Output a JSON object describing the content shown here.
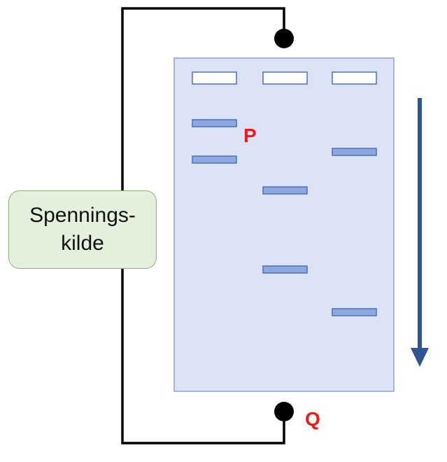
{
  "power_source": {
    "line1": "Spennings-",
    "line2": "kilde"
  },
  "labels": {
    "p": "P",
    "q": "Q"
  },
  "colors": {
    "wire": "#000000",
    "gel_fill": "#dbe3f5",
    "gel_border": "#8ea2d6",
    "band_fill": "#8ea9e0",
    "band_border": "#4a6fbf",
    "well_fill": "#ffffff",
    "well_border": "#4a6fbf",
    "arrow": "#2f5597",
    "label": "#f01818",
    "source_fill": "#e4efdc",
    "source_border": "#8fb07a"
  },
  "gel": {
    "lanes": 3,
    "wells_per_lane": 1,
    "bands_per_lane": [
      2,
      2,
      2
    ]
  },
  "direction_arrow": "down"
}
